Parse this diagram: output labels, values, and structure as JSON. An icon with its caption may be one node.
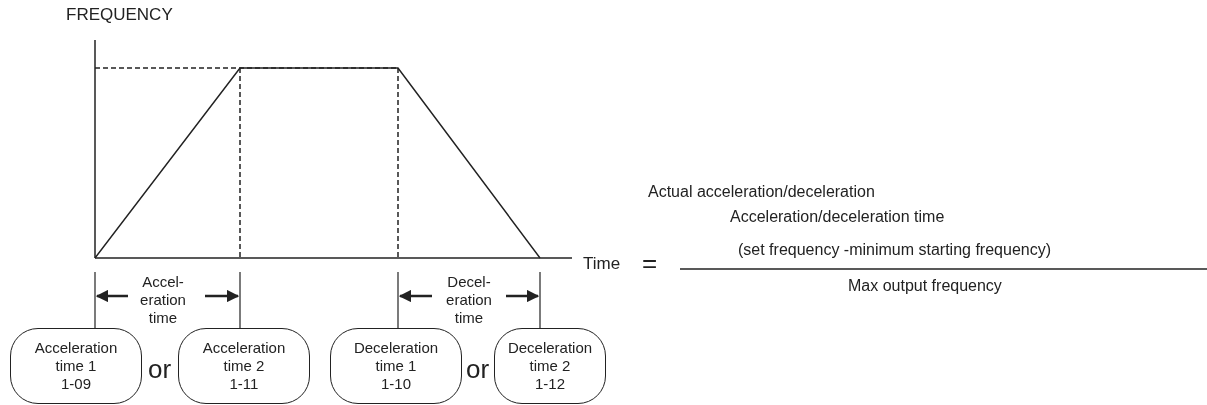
{
  "diagram": {
    "nodes": [
      {
        "text": [
          "Acceleration time 1",
          "1-09"
        ]
      },
      {
        "text": [
          "Acceleration time 2",
          "1-11"
        ]
      },
      {
        "text": [
          "Deceleration time 1",
          "1-10"
        ]
      },
      {
        "text": [
          "Deceleration time 2",
          "1-12"
        ]
      }
    ],
    "labels": [
      "FREQUENCY",
      "Accel- eration time",
      "Decel- eration time",
      "or",
      "or",
      "Time",
      "=",
      "Actual acceleration/deceleration",
      "Acceleration/deceleration time",
      "(set frequency -minimum starting frequency)",
      "Max output frequency"
    ]
  }
}
